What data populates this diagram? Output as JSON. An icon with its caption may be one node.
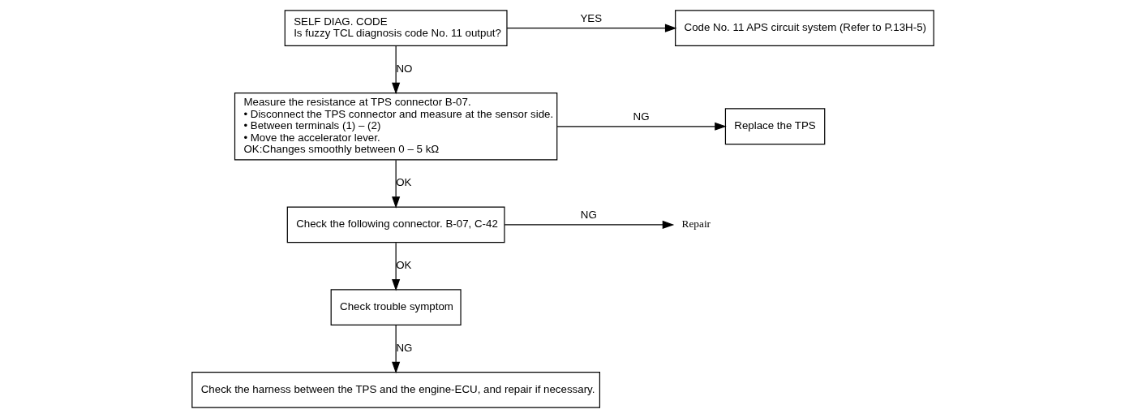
{
  "diagram": {
    "nodes": [
      {
        "text": [
          "SELF DIAG. CODE",
          "Is fuzzy TCL diagnosis code No. 11 output?"
        ]
      },
      {
        "text": [
          "Code No. 11 APS circuit system (Refer to P.13H-5)"
        ]
      },
      {
        "text": [
          "Measure the resistance at TPS connector B-07.",
          "• Disconnect the TPS connector and measure at the sensor side.",
          "• Between terminals (1) – (2)",
          "• Move the accelerator lever.",
          "OK:Changes smoothly between 0 – 5 kΩ"
        ]
      },
      {
        "text": [
          "Replace the TPS"
        ]
      },
      {
        "text": [
          "Check the following connector. B-07, C-42"
        ]
      },
      {
        "text": [
          "Repair"
        ]
      },
      {
        "text": [
          "Check trouble symptom"
        ]
      },
      {
        "text": [
          "Check the harness between the TPS and the engine-ECU, and repair if necessary."
        ]
      }
    ],
    "edges": [
      {
        "from": 0,
        "to": 1,
        "arrow": "to",
        "label": "YES"
      },
      {
        "from": 0,
        "to": 2,
        "arrow": "to",
        "label": "NO"
      },
      {
        "from": 2,
        "to": 3,
        "arrow": "to",
        "label": "NG"
      },
      {
        "from": 2,
        "to": 4,
        "arrow": "to",
        "label": "OK"
      },
      {
        "from": 4,
        "to": 5,
        "arrow": "to",
        "label": "NG"
      },
      {
        "from": 4,
        "to": 6,
        "arrow": "to",
        "label": "OK"
      },
      {
        "from": 6,
        "to": 7,
        "arrow": "to",
        "label": "NG"
      }
    ]
  }
}
